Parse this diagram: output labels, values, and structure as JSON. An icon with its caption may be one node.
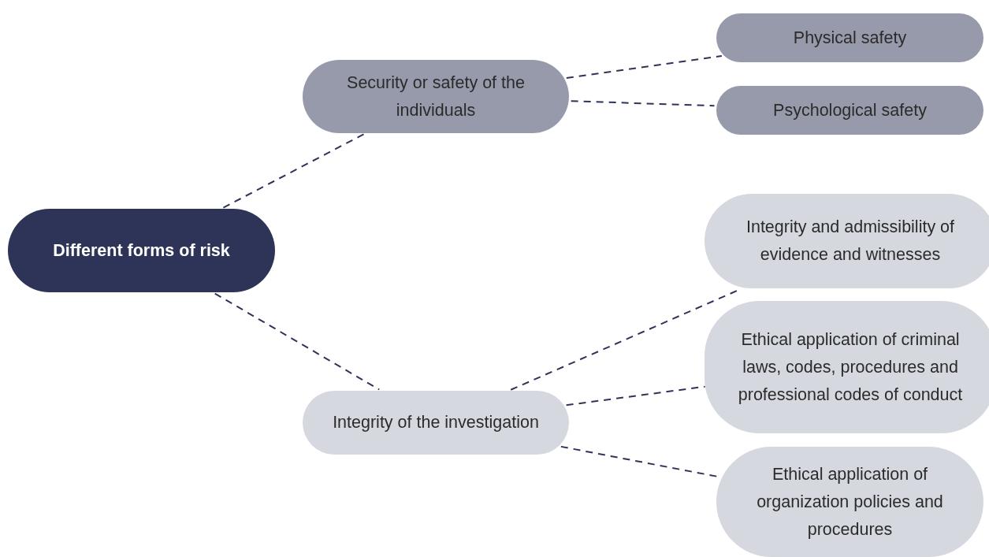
{
  "diagram": {
    "nodes": [
      {
        "text": [
          "Different forms of risk"
        ]
      },
      {
        "text": [
          "Security or safety of the individuals"
        ]
      },
      {
        "text": [
          "Integrity of the investigation"
        ]
      },
      {
        "text": [
          "Physical safety"
        ]
      },
      {
        "text": [
          "Psychological safety"
        ]
      },
      {
        "text": [
          "Integrity and admissibility of evidence and witnesses"
        ]
      },
      {
        "text": [
          "Ethical application of criminal laws, codes, procedures and professional codes of conduct"
        ]
      },
      {
        "text": [
          "Ethical application of organization policies and procedures"
        ]
      }
    ],
    "edges": [
      {
        "from": 0,
        "to": 1,
        "arrow": "none",
        "style": "dashed"
      },
      {
        "from": 0,
        "to": 2,
        "arrow": "none",
        "style": "dashed"
      },
      {
        "from": 1,
        "to": 3,
        "arrow": "none",
        "style": "dashed"
      },
      {
        "from": 1,
        "to": 4,
        "arrow": "none",
        "style": "dashed"
      },
      {
        "from": 2,
        "to": 5,
        "arrow": "none",
        "style": "dashed"
      },
      {
        "from": 2,
        "to": 6,
        "arrow": "none",
        "style": "dashed"
      },
      {
        "from": 2,
        "to": 7,
        "arrow": "none",
        "style": "dashed"
      }
    ]
  }
}
